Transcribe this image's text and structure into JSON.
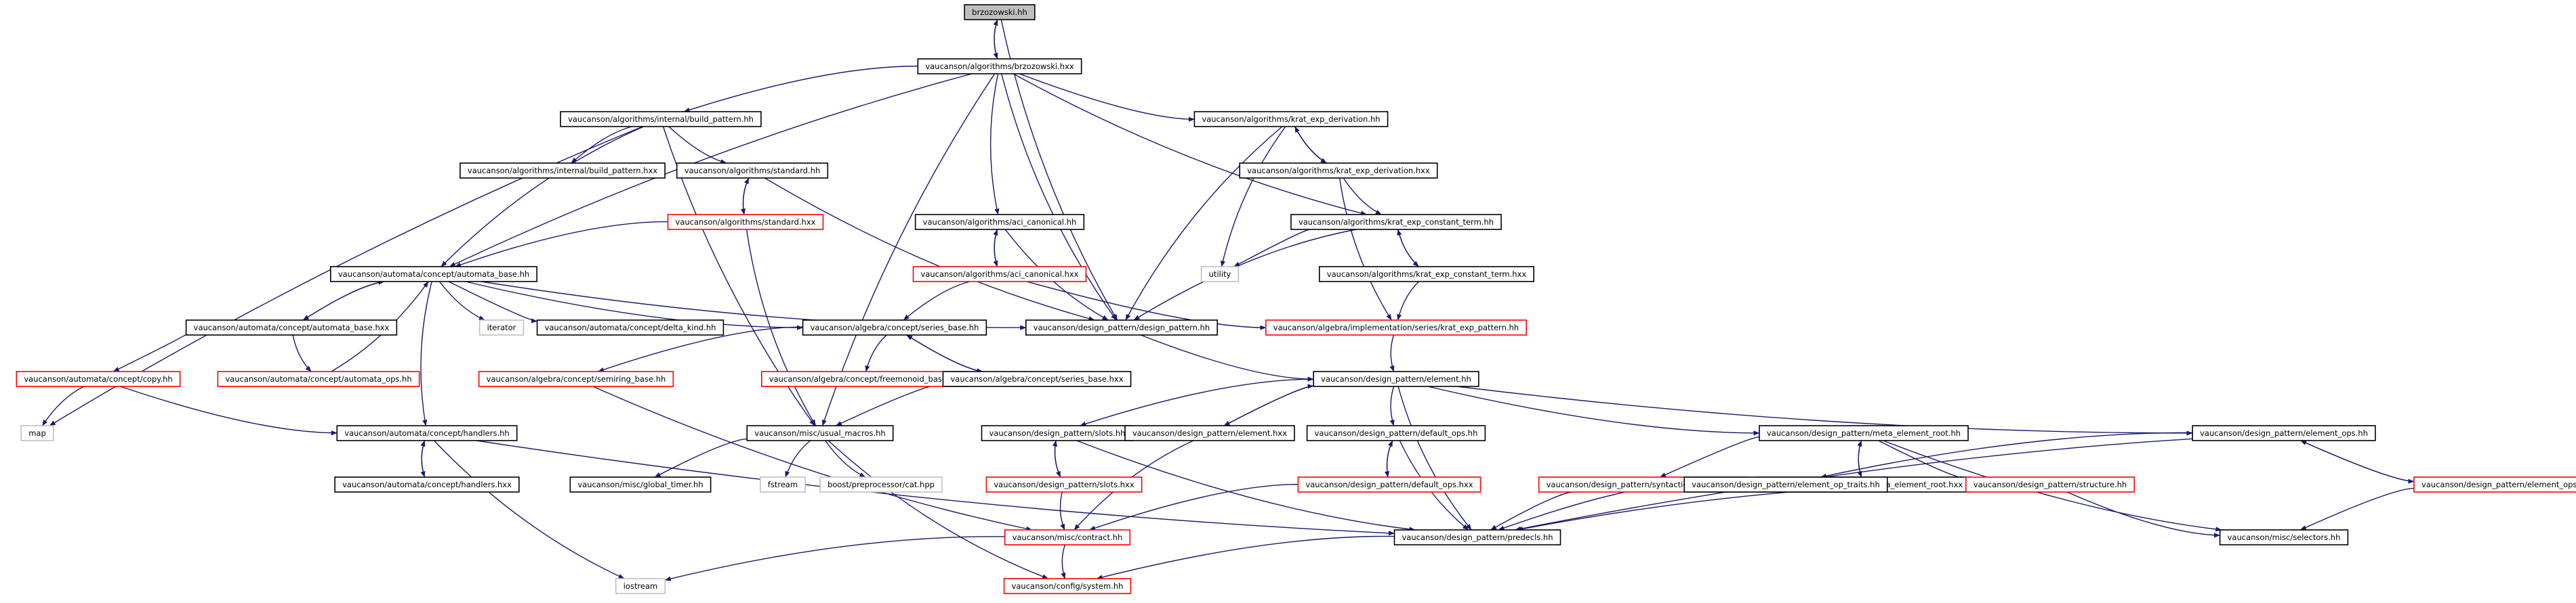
{
  "colors": {
    "edge": "#191970",
    "border_normal": "#000000",
    "border_red": "#ff0000",
    "border_gray": "#c0c0c0",
    "fill_current": "#bfbfbf",
    "fill_normal": "#ffffff",
    "text": "#000000"
  },
  "nodes": [
    {
      "id": "brz_hh",
      "label": "brzozowski.hh",
      "style": "current"
    },
    {
      "id": "brz_hxx",
      "label": "vaucanson/algorithms/brzozowski.hxx",
      "style": "normal"
    },
    {
      "id": "build_pattern_hh",
      "label": "vaucanson/algorithms/internal/build_pattern.hh",
      "style": "normal"
    },
    {
      "id": "build_pattern_hxx",
      "label": "vaucanson/algorithms/internal/build_pattern.hxx",
      "style": "normal"
    },
    {
      "id": "standard_hh",
      "label": "vaucanson/algorithms/standard.hh",
      "style": "normal"
    },
    {
      "id": "standard_hxx",
      "label": "vaucanson/algorithms/standard.hxx",
      "style": "red"
    },
    {
      "id": "aci_hh",
      "label": "vaucanson/algorithms/aci_canonical.hh",
      "style": "normal"
    },
    {
      "id": "aci_hxx",
      "label": "vaucanson/algorithms/aci_canonical.hxx",
      "style": "red"
    },
    {
      "id": "krat_der_hh",
      "label": "vaucanson/algorithms/krat_exp_derivation.hh",
      "style": "normal"
    },
    {
      "id": "krat_der_hxx",
      "label": "vaucanson/algorithms/krat_exp_derivation.hxx",
      "style": "normal"
    },
    {
      "id": "krat_const_hh",
      "label": "vaucanson/algorithms/krat_exp_constant_term.hh",
      "style": "normal"
    },
    {
      "id": "krat_const_hxx",
      "label": "vaucanson/algorithms/krat_exp_constant_term.hxx",
      "style": "normal"
    },
    {
      "id": "utility",
      "label": "utility",
      "style": "gray"
    },
    {
      "id": "krat_pattern",
      "label": "vaucanson/algebra/implementation/series/krat_exp_pattern.hh",
      "style": "red"
    },
    {
      "id": "automata_base_hh",
      "label": "vaucanson/automata/concept/automata_base.hh",
      "style": "normal"
    },
    {
      "id": "iterator",
      "label": "iterator",
      "style": "gray"
    },
    {
      "id": "delta_kind",
      "label": "vaucanson/automata/concept/delta_kind.hh",
      "style": "normal"
    },
    {
      "id": "series_base_hh",
      "label": "vaucanson/algebra/concept/series_base.hh",
      "style": "normal"
    },
    {
      "id": "design_pattern_hh",
      "label": "vaucanson/design_pattern/design_pattern.hh",
      "style": "normal"
    },
    {
      "id": "automata_base_hxx",
      "label": "vaucanson/automata/concept/automata_base.hxx",
      "style": "normal"
    },
    {
      "id": "automata_ops",
      "label": "vaucanson/automata/concept/automata_ops.hh",
      "style": "red"
    },
    {
      "id": "copy_hh",
      "label": "vaucanson/automata/concept/copy.hh",
      "style": "red"
    },
    {
      "id": "semiring_base",
      "label": "vaucanson/algebra/concept/semiring_base.hh",
      "style": "red"
    },
    {
      "id": "freemonoid",
      "label": "vaucanson/algebra/concept/freemonoid_base.hh",
      "style": "red"
    },
    {
      "id": "series_base_hxx",
      "label": "vaucanson/algebra/concept/series_base.hxx",
      "style": "normal"
    },
    {
      "id": "element_hh",
      "label": "vaucanson/design_pattern/element.hh",
      "style": "normal"
    },
    {
      "id": "map",
      "label": "map",
      "style": "gray"
    },
    {
      "id": "handlers_hh",
      "label": "vaucanson/automata/concept/handlers.hh",
      "style": "normal"
    },
    {
      "id": "handlers_hxx",
      "label": "vaucanson/automata/concept/handlers.hxx",
      "style": "normal"
    },
    {
      "id": "usual_macros",
      "label": "vaucanson/misc/usual_macros.hh",
      "style": "normal"
    },
    {
      "id": "global_timer",
      "label": "vaucanson/misc/global_timer.hh",
      "style": "normal"
    },
    {
      "id": "fstream",
      "label": "fstream",
      "style": "gray"
    },
    {
      "id": "boost_cat",
      "label": "boost/preprocessor/cat.hpp",
      "style": "gray"
    },
    {
      "id": "slots_hh",
      "label": "vaucanson/design_pattern/slots.hh",
      "style": "normal"
    },
    {
      "id": "slots_hxx",
      "label": "vaucanson/design_pattern/slots.hxx",
      "style": "red"
    },
    {
      "id": "element_hxx",
      "label": "vaucanson/design_pattern/element.hxx",
      "style": "normal"
    },
    {
      "id": "default_ops_hh",
      "label": "vaucanson/design_pattern/default_ops.hh",
      "style": "normal"
    },
    {
      "id": "default_ops_hxx",
      "label": "vaucanson/design_pattern/default_ops.hxx",
      "style": "red"
    },
    {
      "id": "meta_root_hh",
      "label": "vaucanson/design_pattern/meta_element_root.hh",
      "style": "normal"
    },
    {
      "id": "meta_root_hxx",
      "label": "vaucanson/design_pattern/meta_element_root.hxx",
      "style": "normal"
    },
    {
      "id": "syntactic_dec",
      "label": "vaucanson/design_pattern/syntactic_decorator.hh",
      "style": "red"
    },
    {
      "id": "structure_hh",
      "label": "vaucanson/design_pattern/structure.hh",
      "style": "red"
    },
    {
      "id": "element_ops_hh",
      "label": "vaucanson/design_pattern/element_ops.hh",
      "style": "normal"
    },
    {
      "id": "element_op_traits",
      "label": "vaucanson/design_pattern/element_op_traits.hh",
      "style": "normal"
    },
    {
      "id": "element_ops_hxx",
      "label": "vaucanson/design_pattern/element_ops.hxx",
      "style": "red"
    },
    {
      "id": "contract_hh",
      "label": "vaucanson/misc/contract.hh",
      "style": "red"
    },
    {
      "id": "predecls",
      "label": "vaucanson/design_pattern/predecls.hh",
      "style": "normal"
    },
    {
      "id": "selectors",
      "label": "vaucanson/misc/selectors.hh",
      "style": "normal"
    },
    {
      "id": "iostream",
      "label": "iostream",
      "style": "gray"
    },
    {
      "id": "system_hh",
      "label": "vaucanson/config/system.hh",
      "style": "red"
    }
  ],
  "edges": [
    [
      "brz_hh",
      "brz_hxx"
    ],
    [
      "brz_hxx",
      "brz_hh"
    ],
    [
      "brz_hh",
      "design_pattern_hh"
    ],
    [
      "brz_hxx",
      "build_pattern_hh"
    ],
    [
      "brz_hxx",
      "aci_hh"
    ],
    [
      "brz_hxx",
      "krat_der_hh"
    ],
    [
      "brz_hxx",
      "krat_const_hh"
    ],
    [
      "brz_hxx",
      "automata_base_hh"
    ],
    [
      "brz_hxx",
      "design_pattern_hh"
    ],
    [
      "brz_hxx",
      "usual_macros"
    ],
    [
      "build_pattern_hh",
      "build_pattern_hxx"
    ],
    [
      "build_pattern_hh",
      "standard_hh"
    ],
    [
      "build_pattern_hh",
      "automata_base_hh"
    ],
    [
      "build_pattern_hh",
      "map"
    ],
    [
      "build_pattern_hh",
      "usual_macros"
    ],
    [
      "standard_hh",
      "standard_hxx"
    ],
    [
      "standard_hxx",
      "standard_hh"
    ],
    [
      "standard_hh",
      "design_pattern_hh"
    ],
    [
      "standard_hxx",
      "automata_base_hh"
    ],
    [
      "standard_hxx",
      "usual_macros"
    ],
    [
      "aci_hh",
      "aci_hxx"
    ],
    [
      "aci_hxx",
      "aci_hh"
    ],
    [
      "aci_hh",
      "design_pattern_hh"
    ],
    [
      "aci_hxx",
      "series_base_hh"
    ],
    [
      "aci_hxx",
      "krat_pattern"
    ],
    [
      "krat_der_hh",
      "krat_der_hxx"
    ],
    [
      "krat_der_hxx",
      "krat_der_hh"
    ],
    [
      "krat_der_hh",
      "utility"
    ],
    [
      "krat_der_hh",
      "design_pattern_hh"
    ],
    [
      "krat_der_hxx",
      "krat_const_hh"
    ],
    [
      "krat_der_hxx",
      "krat_pattern"
    ],
    [
      "krat_const_hh",
      "krat_const_hxx"
    ],
    [
      "krat_const_hxx",
      "krat_const_hh"
    ],
    [
      "krat_const_hh",
      "utility"
    ],
    [
      "krat_const_hh",
      "design_pattern_hh"
    ],
    [
      "krat_const_hxx",
      "krat_pattern"
    ],
    [
      "krat_pattern",
      "element_hh"
    ],
    [
      "automata_base_hh",
      "iterator"
    ],
    [
      "automata_base_hh",
      "delta_kind"
    ],
    [
      "automata_base_hh",
      "series_base_hh"
    ],
    [
      "automata_base_hh",
      "design_pattern_hh"
    ],
    [
      "automata_base_hh",
      "automata_base_hxx"
    ],
    [
      "automata_base_hxx",
      "automata_base_hh"
    ],
    [
      "automata_base_hh",
      "handlers_hh"
    ],
    [
      "automata_base_hxx",
      "automata_ops"
    ],
    [
      "automata_base_hxx",
      "copy_hh"
    ],
    [
      "automata_ops",
      "automata_base_hh"
    ],
    [
      "copy_hh",
      "map"
    ],
    [
      "copy_hh",
      "handlers_hh"
    ],
    [
      "series_base_hh",
      "semiring_base"
    ],
    [
      "series_base_hh",
      "freemonoid"
    ],
    [
      "series_base_hh",
      "series_base_hxx"
    ],
    [
      "series_base_hxx",
      "series_base_hh"
    ],
    [
      "series_base_hxx",
      "usual_macros"
    ],
    [
      "semiring_base",
      "contract_hh"
    ],
    [
      "design_pattern_hh",
      "element_hh"
    ],
    [
      "element_hh",
      "slots_hh"
    ],
    [
      "element_hh",
      "element_hxx"
    ],
    [
      "element_hxx",
      "element_hh"
    ],
    [
      "element_hh",
      "default_ops_hh"
    ],
    [
      "element_hh",
      "meta_root_hh"
    ],
    [
      "element_hh",
      "element_ops_hh"
    ],
    [
      "element_hh",
      "predecls"
    ],
    [
      "handlers_hh",
      "handlers_hxx"
    ],
    [
      "handlers_hxx",
      "handlers_hh"
    ],
    [
      "handlers_hh",
      "iostream"
    ],
    [
      "handlers_hh",
      "predecls"
    ],
    [
      "usual_macros",
      "global_timer"
    ],
    [
      "usual_macros",
      "fstream"
    ],
    [
      "usual_macros",
      "boost_cat"
    ],
    [
      "usual_macros",
      "system_hh"
    ],
    [
      "slots_hh",
      "slots_hxx"
    ],
    [
      "slots_hxx",
      "slots_hh"
    ],
    [
      "slots_hh",
      "predecls"
    ],
    [
      "slots_hxx",
      "contract_hh"
    ],
    [
      "element_hxx",
      "contract_hh"
    ],
    [
      "default_ops_hh",
      "default_ops_hxx"
    ],
    [
      "default_ops_hxx",
      "default_ops_hh"
    ],
    [
      "default_ops_hh",
      "predecls"
    ],
    [
      "default_ops_hxx",
      "contract_hh"
    ],
    [
      "meta_root_hh",
      "meta_root_hxx"
    ],
    [
      "meta_root_hxx",
      "meta_root_hh"
    ],
    [
      "meta_root_hh",
      "syntactic_dec"
    ],
    [
      "meta_root_hh",
      "structure_hh"
    ],
    [
      "meta_root_hh",
      "selectors"
    ],
    [
      "syntactic_dec",
      "predecls"
    ],
    [
      "structure_hh",
      "predecls"
    ],
    [
      "structure_hh",
      "selectors"
    ],
    [
      "element_ops_hh",
      "element_op_traits"
    ],
    [
      "element_ops_hh",
      "element_ops_hxx"
    ],
    [
      "element_ops_hxx",
      "element_ops_hh"
    ],
    [
      "element_ops_hh",
      "predecls"
    ],
    [
      "element_op_traits",
      "predecls"
    ],
    [
      "element_ops_hxx",
      "selectors"
    ],
    [
      "contract_hh",
      "iostream"
    ],
    [
      "contract_hh",
      "system_hh"
    ],
    [
      "predecls",
      "system_hh"
    ]
  ]
}
